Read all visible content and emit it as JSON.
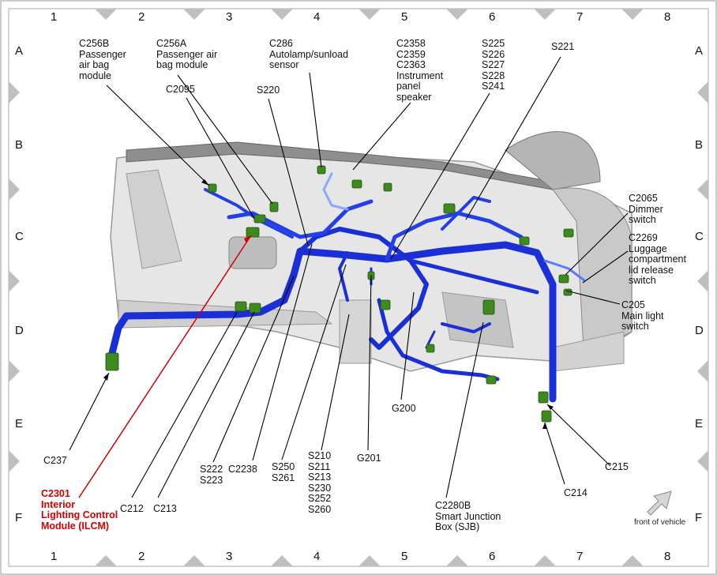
{
  "grid": {
    "columns": [
      "1",
      "2",
      "3",
      "4",
      "5",
      "6",
      "7",
      "8"
    ],
    "rows": [
      "A",
      "B",
      "C",
      "D",
      "E",
      "F"
    ]
  },
  "callouts": {
    "c256b": "C256B\nPassenger\nair bag\nmodule",
    "c256a": "C256A\nPassenger air\nbag module",
    "c2095": "C2095",
    "s220": "S220",
    "c286": "C286\nAutolamp/sunload\nsensor",
    "c2358": "C2358\nC2359\nC2363\nInstrument\npanel\nspeaker",
    "s225": "S225\nS226\nS227\nS228\nS241",
    "s221": "S221",
    "c2065": "C2065\nDimmer\nswitch",
    "c2269": "C2269\nLuggage\ncompartment\nlid release\nswitch",
    "c205": "C205\nMain light\nswitch",
    "g200": "G200",
    "c215": "C215",
    "c214": "C214",
    "c2280b": "C2280B\nSmart Junction\nBox (SJB)",
    "g201": "G201",
    "s210": "S210\nS211\nS213\nS230\nS252\nS260",
    "s250": "S250\nS261",
    "c2238": "C2238",
    "s222": "S222\nS223",
    "c213": "C213",
    "c212": "C212",
    "c2301": "C2301\nInterior\nLighting Control\nModule (ILCM)",
    "c237": "C237"
  },
  "front_of_vehicle": "front of vehicle",
  "colors": {
    "harness": "#1a2fd6",
    "harness_dark": "#0d1a8a",
    "connector": "#3f8a1e",
    "highlight": "#d40000",
    "panel": "#d9d9d9"
  }
}
